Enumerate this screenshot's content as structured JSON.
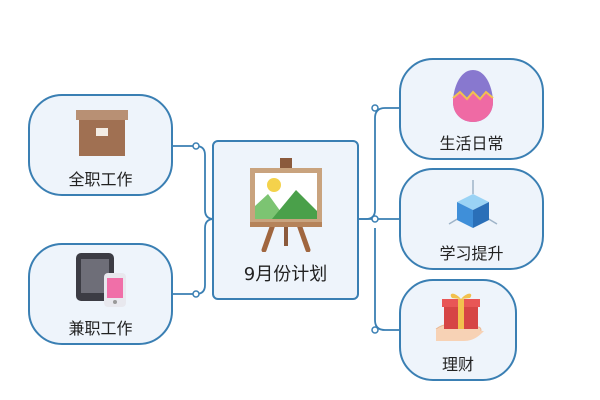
{
  "center": {
    "label": "9月份计划",
    "icon": "easel-painting-icon"
  },
  "left": [
    {
      "label": "全职工作",
      "icon": "archive-box-icon"
    },
    {
      "label": "兼职工作",
      "icon": "tablet-phone-icon"
    }
  ],
  "right": [
    {
      "label": "生活日常",
      "icon": "easter-egg-icon"
    },
    {
      "label": "学习提升",
      "icon": "cube-icon"
    },
    {
      "label": "理财",
      "icon": "gift-box-icon"
    }
  ],
  "colors": {
    "border": "#3a7fb3",
    "fill": "#eef4fb"
  }
}
